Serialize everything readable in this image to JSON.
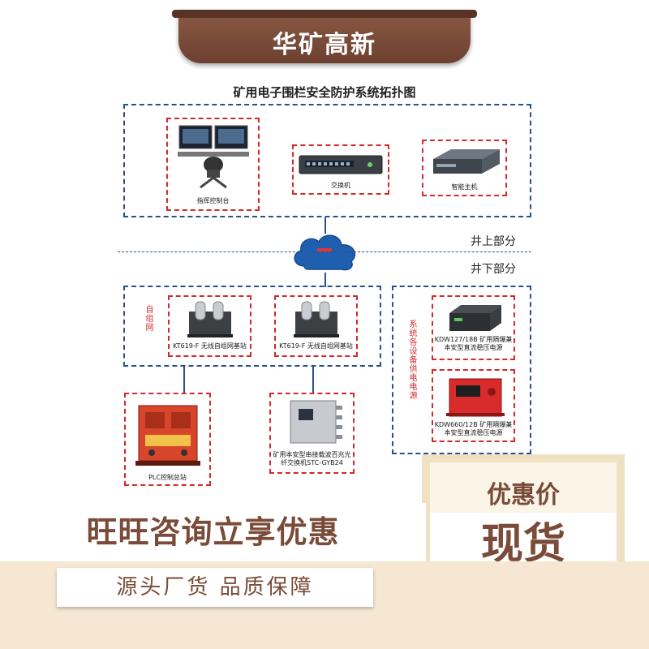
{
  "brand": {
    "name": "华矿高新"
  },
  "diagram": {
    "title": "矿用电子围栏安全防护系统拓扑图",
    "above_ground": {
      "devices": [
        {
          "label": "指挥控制台"
        },
        {
          "label": "交换机"
        },
        {
          "label": "智能主机"
        }
      ]
    },
    "cloud_label": "",
    "divider_labels": {
      "above": "井上部分",
      "below": "井下部分"
    },
    "self_network_label": "自组网",
    "base_stations": [
      {
        "label": "KT619-F 无线自组网基站"
      },
      {
        "label": "KT619-F 无线自组网基站"
      }
    ],
    "power_group_label": "系统各设备供电电源",
    "power_supplies": [
      {
        "label": "KDW127/18B 矿用隔爆兼本安型直流稳压电源"
      },
      {
        "label": "KDW660/12B 矿用隔爆兼本安型直流稳压电源"
      }
    ],
    "plc": {
      "label": "PLC控制总站"
    },
    "switch_down": {
      "label": "矿用本安型串接载波百兆光纤交换机STC-GYB24"
    }
  },
  "promo": {
    "price_label": "优惠价",
    "stock_label": "现货",
    "consult_label": "旺旺咨询立享优惠",
    "guarantee_label": "源头厂货 品质保障"
  },
  "colors": {
    "brand_brown": "#7a4b38",
    "diagram_blue": "#2b4f8a",
    "device_red": "#d32a2a"
  }
}
